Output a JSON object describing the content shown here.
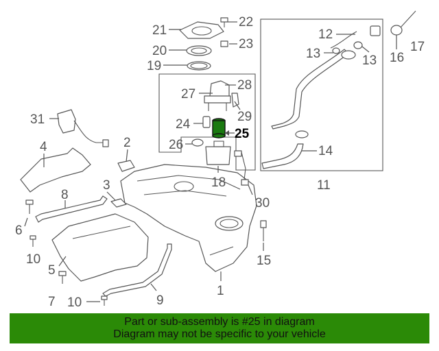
{
  "callouts": {
    "c1": "1",
    "c2": "2",
    "c3": "3",
    "c4": "4",
    "c5": "5",
    "c6": "6",
    "c7": "7",
    "c8": "8",
    "c9": "9",
    "c10a": "10",
    "c10b": "10",
    "c11": "11",
    "c12": "12",
    "c13a": "13",
    "c13b": "13",
    "c14": "14",
    "c15": "15",
    "c16": "16",
    "c17": "17",
    "c18": "18",
    "c19": "19",
    "c20": "20",
    "c21": "21",
    "c22": "22",
    "c23": "23",
    "c24": "24",
    "c25": "25",
    "c26": "26",
    "c27": "27",
    "c28": "28",
    "c29": "29",
    "c30": "30",
    "c31": "31"
  },
  "highlighted_part": "25",
  "colors": {
    "line": "#555555",
    "highlight": "#1a7a10",
    "banner": "#2b8a07"
  },
  "banner": {
    "line1": "Part or sub-assembly is #25 in diagram",
    "line2": "Diagram may not be specific to your vehicle"
  }
}
